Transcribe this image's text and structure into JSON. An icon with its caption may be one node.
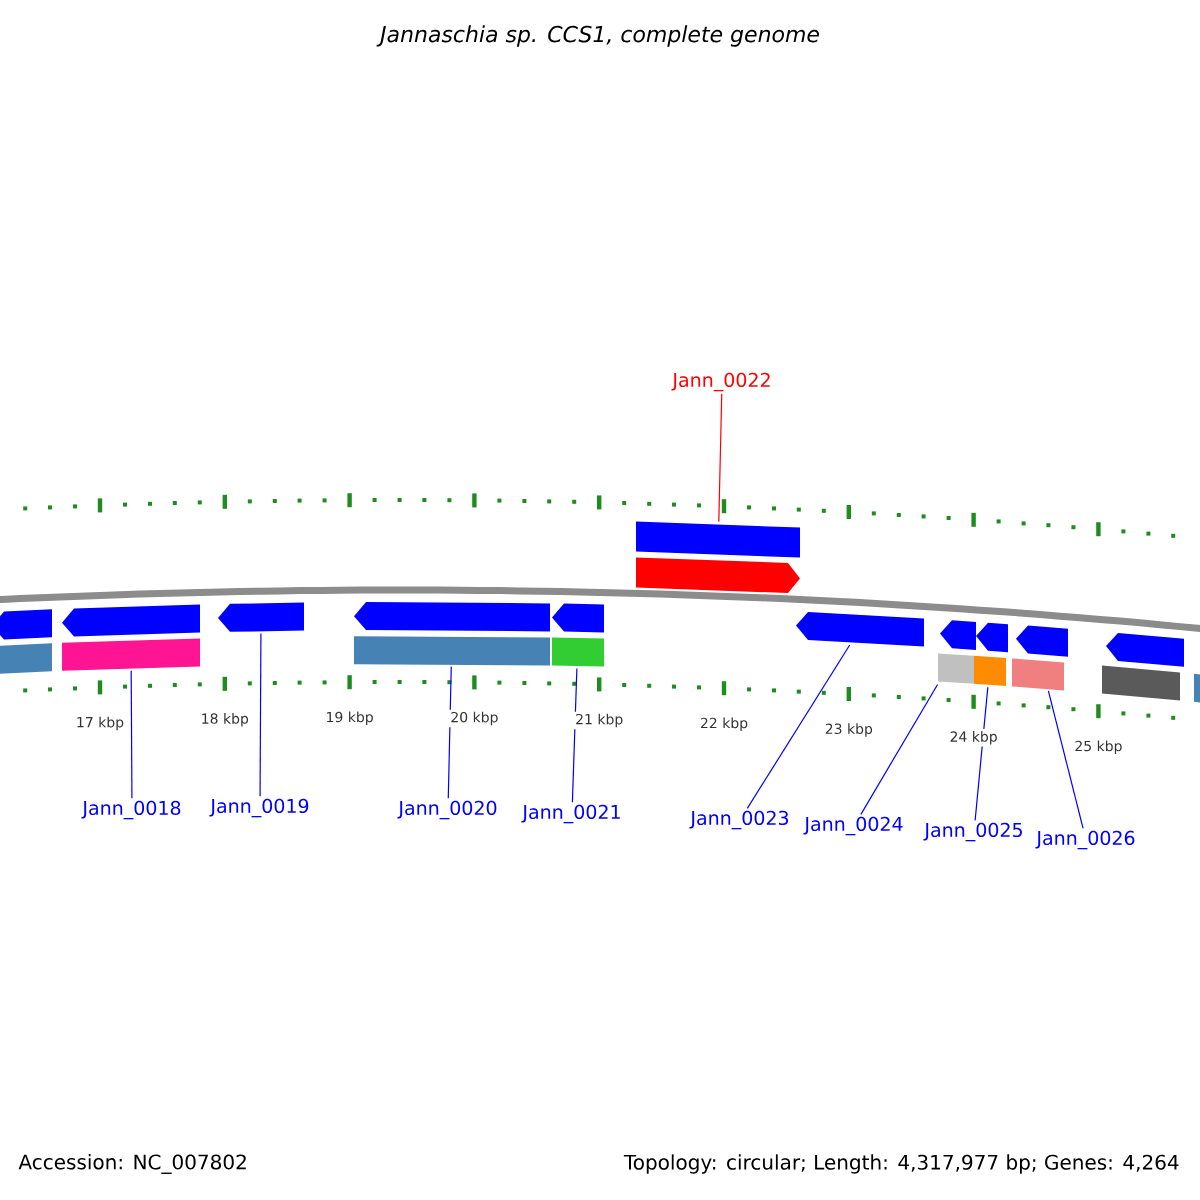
{
  "diagram": {
    "title": "Jannaschia sp. CCS1, complete genome",
    "nodes": [
      {
        "text": [
          "Jann_0018"
        ]
      },
      {
        "text": [
          "Jann_0019"
        ]
      },
      {
        "text": [
          "Jann_0020"
        ]
      },
      {
        "text": [
          "Jann_0021"
        ]
      },
      {
        "text": [
          "Jann_0022"
        ]
      },
      {
        "text": [
          "Jann_0023"
        ]
      },
      {
        "text": [
          "Jann_0024"
        ]
      },
      {
        "text": [
          "Jann_0025"
        ]
      },
      {
        "text": [
          "Jann_0026"
        ]
      },
      {
        "text": [],
        "shape": "arrow"
      },
      {
        "text": [],
        "shape": "arrow"
      },
      {
        "text": [],
        "shape": "arrow"
      },
      {
        "text": [],
        "shape": "arrow"
      },
      {
        "text": [],
        "shape": "arrow"
      },
      {
        "text": [],
        "shape": "arrow"
      },
      {
        "text": [],
        "shape": "arrow"
      },
      {
        "text": [],
        "shape": "arrow"
      },
      {
        "text": [],
        "shape": "arrow"
      },
      {
        "text": [],
        "shape": "arrow"
      },
      {
        "text": [],
        "shape": "arrow"
      },
      {
        "text": [],
        "shape": "bar"
      }
    ],
    "edges": [
      {
        "from": 0,
        "to": 10,
        "arrow": "none"
      },
      {
        "from": 1,
        "to": 11,
        "arrow": "none"
      },
      {
        "from": 2,
        "to": 12,
        "arrow": "none"
      },
      {
        "from": 3,
        "to": 13,
        "arrow": "none"
      },
      {
        "from": 4,
        "to": 14,
        "arrow": "none",
        "color": "#ff0000"
      },
      {
        "from": 5,
        "to": 15,
        "arrow": "none"
      },
      {
        "from": 6,
        "to": 16,
        "arrow": "none"
      },
      {
        "from": 7,
        "to": 17,
        "arrow": "none"
      },
      {
        "from": 8,
        "to": 18,
        "arrow": "none"
      }
    ],
    "labels": [
      "17 kbp",
      "18 kbp",
      "19 kbp",
      "20 kbp",
      "21 kbp",
      "22 kbp",
      "23 kbp",
      "24 kbp",
      "25 kbp",
      "Accession: NC_007802",
      "Topology: circular; Length: 4,317,977 bp; Genes: 4,264"
    ]
  }
}
